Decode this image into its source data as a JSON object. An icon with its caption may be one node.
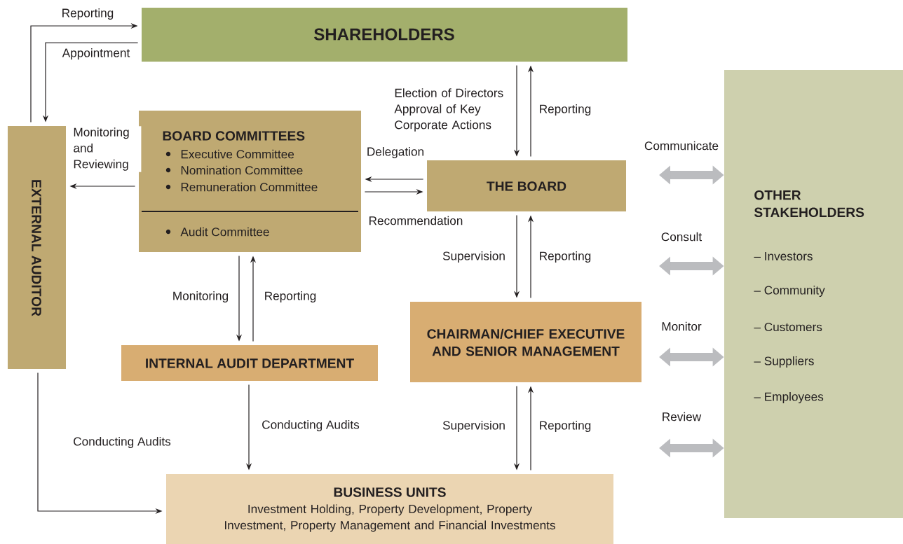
{
  "diagram": {
    "nodes": [
      {
        "text": [
          "SHAREHOLDERS"
        ]
      },
      {
        "text": [
          "EXTERNAL AUDITOR"
        ]
      },
      {
        "text": [
          "BOARD COMMITTEES",
          "Executive Committee",
          "Nomination Committee",
          "Remuneration Committee",
          "Audit Committee"
        ]
      },
      {
        "text": [
          "THE BOARD"
        ]
      },
      {
        "text": [
          "INTERNAL AUDIT DEPARTMENT"
        ]
      },
      {
        "text": [
          "CHAIRMAN/CHIEF EXECUTIVE AND SENIOR MANAGEMENT"
        ]
      },
      {
        "text": [
          "BUSINESS UNITS",
          "Investment Holding, Property Development, Property Investment, Property Management and Financial Investments"
        ]
      },
      {
        "text": [
          "OTHER STAKEHOLDERS",
          "– Investors",
          "– Community",
          "– Customers",
          "– Suppliers",
          "– Employees"
        ]
      }
    ],
    "edges": [
      {
        "from": 1,
        "to": 0,
        "arrow": "to",
        "label": "Reporting"
      },
      {
        "from": 0,
        "to": 1,
        "arrow": "to",
        "label": "Appointment"
      },
      {
        "from": 2,
        "to": 1,
        "arrow": "to",
        "label": "Monitoring and Reviewing"
      },
      {
        "from": 0,
        "to": 3,
        "arrow": "to",
        "label": "Election of Directors Approval of Key Corporate Actions"
      },
      {
        "from": 3,
        "to": 0,
        "arrow": "to",
        "label": "Reporting"
      },
      {
        "from": 3,
        "to": 2,
        "arrow": "to",
        "label": "Delegation"
      },
      {
        "from": 2,
        "to": 3,
        "arrow": "to",
        "label": "Recommendation"
      },
      {
        "from": 3,
        "to": 5,
        "arrow": "to",
        "label": "Supervision"
      },
      {
        "from": 5,
        "to": 3,
        "arrow": "to",
        "label": "Reporting"
      },
      {
        "from": 2,
        "to": 4,
        "arrow": "to",
        "label": "Monitoring"
      },
      {
        "from": 4,
        "to": 2,
        "arrow": "to",
        "label": "Reporting"
      },
      {
        "from": 4,
        "to": 6,
        "arrow": "to",
        "label": "Conducting Audits"
      },
      {
        "from": 5,
        "to": 6,
        "arrow": "to",
        "label": "Supervision"
      },
      {
        "from": 6,
        "to": 5,
        "arrow": "to",
        "label": "Reporting"
      },
      {
        "from": 1,
        "to": 6,
        "arrow": "to",
        "label": "Conducting Audits"
      },
      {
        "from": null,
        "to": 7,
        "arrow": "both",
        "label": "Communicate",
        "style": "thick",
        "color": "#bbbcbf"
      },
      {
        "from": null,
        "to": 7,
        "arrow": "both",
        "label": "Consult",
        "style": "thick",
        "color": "#bbbcbf"
      },
      {
        "from": null,
        "to": 7,
        "arrow": "both",
        "label": "Monitor",
        "style": "thick",
        "color": "#bbbcbf"
      },
      {
        "from": null,
        "to": 7,
        "arrow": "both",
        "label": "Review",
        "style": "thick",
        "color": "#bbbcbf"
      }
    ]
  }
}
